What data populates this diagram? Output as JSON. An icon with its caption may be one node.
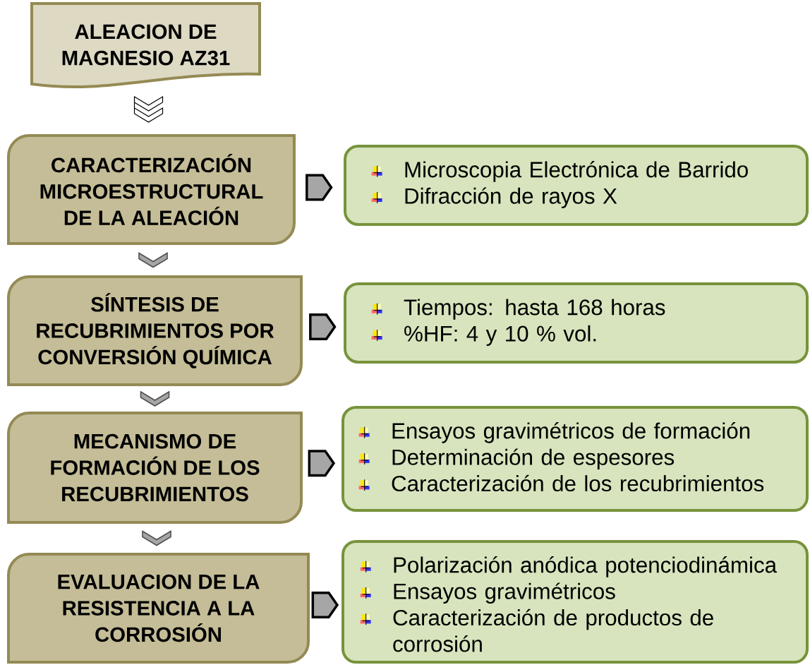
{
  "diagram": {
    "nodes": [
      {
        "text": [
          "ALEACION DE MAGNESIO AZ31"
        ]
      },
      {
        "text": [
          "CARACTERIZACIÓN MICROESTRUCTURAL DE LA ALEACIÓN"
        ]
      },
      {
        "text": [
          "SÍNTESIS DE RECUBRIMIENTOS POR CONVERSIÓN QUÍMICA"
        ]
      },
      {
        "text": [
          "MECANISMO DE FORMACIÓN DE LOS RECUBRIMIENTOS"
        ]
      },
      {
        "text": [
          "EVALUACION DE LA RESISTENCIA A LA CORROSIÓN"
        ]
      },
      {
        "text": [
          "Microscopia Electrónica de Barrido",
          "Difracción de rayos X"
        ]
      },
      {
        "text": [
          "Tiempos: hasta 168 horas",
          "%HF: 4 y 10 % vol."
        ]
      },
      {
        "text": [
          "Ensayos gravimétricos de formación",
          "Determinación de espesores",
          "Caracterización de los recubrimientos"
        ]
      },
      {
        "text": [
          "Polarización anódica potenciodinámica",
          "Ensayos gravimétricos",
          "Caracterización de productos de corrosión"
        ]
      }
    ],
    "edges": [
      {
        "from": 0,
        "to": 1,
        "arrow": "to",
        "color": "#ffffff"
      },
      {
        "from": 1,
        "to": 2,
        "arrow": "to"
      },
      {
        "from": 2,
        "to": 3,
        "arrow": "to"
      },
      {
        "from": 3,
        "to": 4,
        "arrow": "to"
      },
      {
        "from": 1,
        "to": 5,
        "arrow": "to"
      },
      {
        "from": 2,
        "to": 6,
        "arrow": "to"
      },
      {
        "from": 3,
        "to": 7,
        "arrow": "to"
      },
      {
        "from": 4,
        "to": 8,
        "arrow": "to"
      }
    ]
  }
}
